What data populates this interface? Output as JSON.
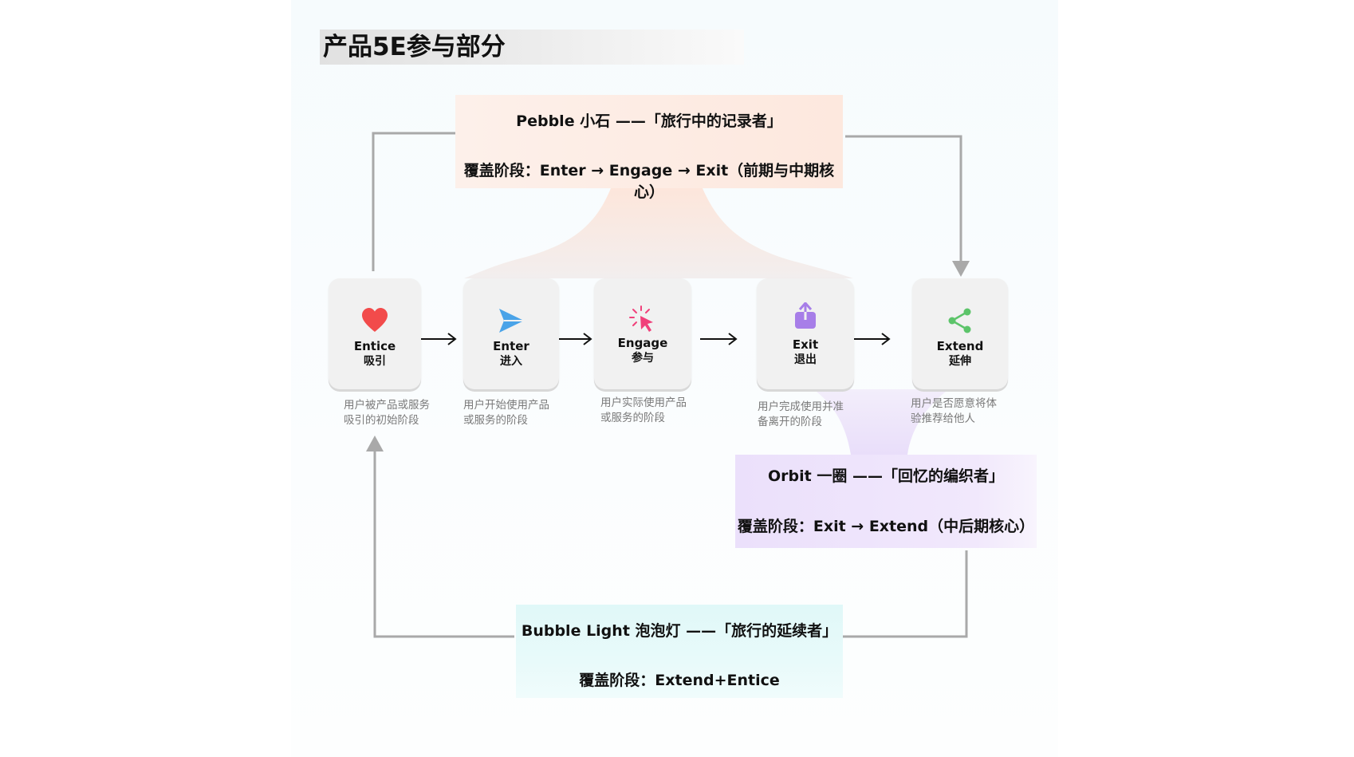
{
  "title": "产品5E参与部分",
  "products": {
    "pebble": {
      "name": "Pebble 小石 ——「旅行中的记录者」",
      "coverage": "覆盖阶段：Enter → Engage → Exit（前期与中期核心）"
    },
    "orbit": {
      "name": "Orbit 一圈 ——「回忆的编织者」",
      "coverage": "覆盖阶段：Exit → Extend（中后期核心）"
    },
    "bubble": {
      "name": "Bubble Light 泡泡灯 ——「旅行的延续者」",
      "coverage": "覆盖阶段：Extend+Entice"
    }
  },
  "stages": [
    {
      "name": "Entice",
      "cn": "吸引",
      "icon": "heart-icon",
      "color": "#f24b4b",
      "desc1": "用户被产品或服务",
      "desc2": "吸引的初始阶段"
    },
    {
      "name": "Enter",
      "cn": "进入",
      "icon": "paper-plane-icon",
      "color": "#4aa3e8",
      "desc1": "用户开始使用产品",
      "desc2": "或服务的阶段"
    },
    {
      "name": "Engage",
      "cn": "参与",
      "icon": "cursor-click-icon",
      "color": "#f0407a",
      "desc1": "用户实际使用产品",
      "desc2": "或服务的阶段"
    },
    {
      "name": "Exit",
      "cn": "退出",
      "icon": "share-out-icon",
      "color": "#a77ee8",
      "desc1": "用户完成使用并准",
      "desc2": "备离开的阶段"
    },
    {
      "name": "Extend",
      "cn": "延伸",
      "icon": "share-nodes-icon",
      "color": "#5cc46a",
      "desc1": "用户是否愿意将体",
      "desc2": "验推荐给他人"
    }
  ],
  "colors": {
    "pebble_bg": "#fde8de",
    "orbit_bg": "#ebe0fb",
    "bubble_bg": "#e0f8f8",
    "connector": "#a9a9a9",
    "card_bg": "#f1f1f1"
  }
}
